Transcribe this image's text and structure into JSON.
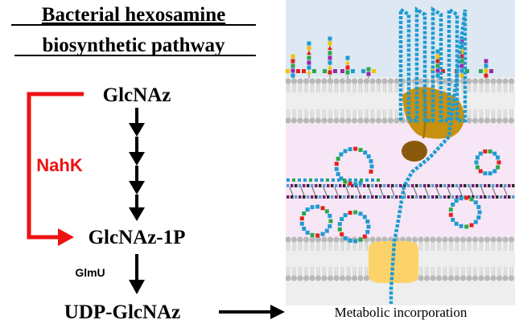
{
  "title": {
    "line1": "Bacterial hexosamine",
    "line2": "biosynthetic pathway"
  },
  "pathway": {
    "start": "GlcNAz",
    "enzyme_shortcut": "NahK",
    "intermediate": "GlcNAz-1P",
    "enzyme_step": "GlmU",
    "product": "UDP-GlcNAz",
    "outcome": "Metabolic incorporation"
  },
  "colors": {
    "shortcut": "#ee1111",
    "arrow": "#000000",
    "membrane_outer_bg": "#dde8f2",
    "periplasm_bg": "#f7e6f6",
    "cytoplasm_bg": "#eeeeee",
    "chain": "#1f9bd1",
    "lipid_head": "#b8b8b8",
    "translocon": "#c8910f",
    "ribosome": "#8a5a0c",
    "channel": "#fbd36a"
  }
}
